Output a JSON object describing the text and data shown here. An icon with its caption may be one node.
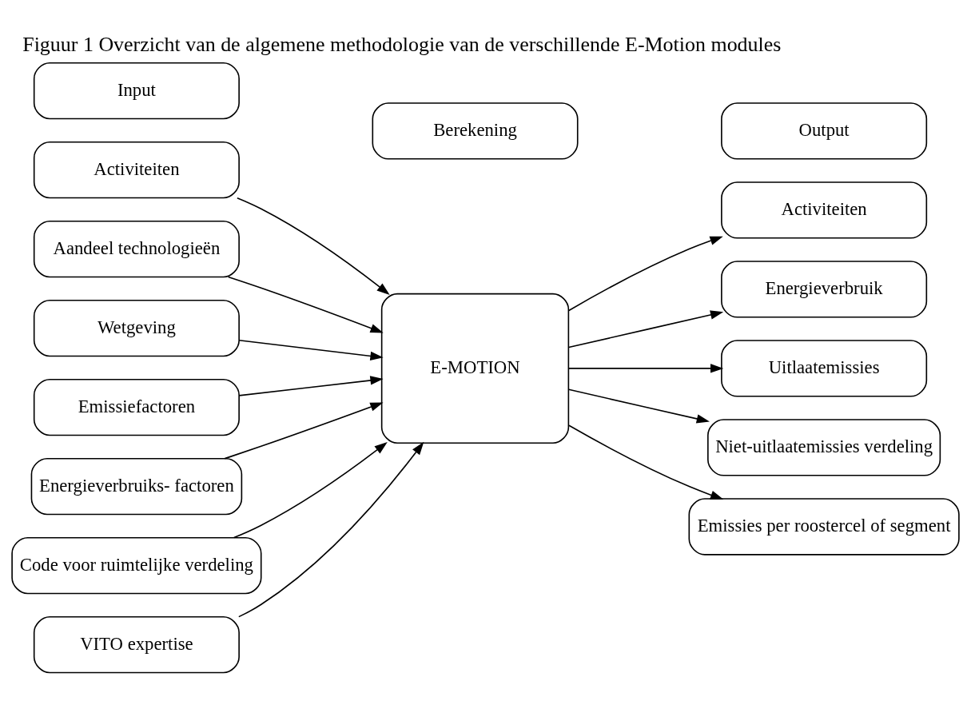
{
  "diagram": {
    "title": "Figuur 1 Overzicht van de algemene methodologie van de verschillende E-Motion modules",
    "nodes": [
      {
        "text": [
          "Input"
        ]
      },
      {
        "text": [
          "Berekening"
        ]
      },
      {
        "text": [
          "Output"
        ]
      },
      {
        "text": [
          "Activiteiten"
        ]
      },
      {
        "text": [
          "Aandeel technologieën"
        ]
      },
      {
        "text": [
          "Wetgeving"
        ]
      },
      {
        "text": [
          "Emissiefactoren"
        ]
      },
      {
        "text": [
          "Energieverbruiks- factoren"
        ]
      },
      {
        "text": [
          "Code voor ruimtelijke verdeling"
        ]
      },
      {
        "text": [
          "VITO expertise"
        ]
      },
      {
        "text": [
          "E-MOTION"
        ]
      },
      {
        "text": [
          "Activiteiten"
        ]
      },
      {
        "text": [
          "Energieverbruik"
        ]
      },
      {
        "text": [
          "Uitlaatemissies"
        ]
      },
      {
        "text": [
          "Niet-uitlaatemissies verdeling"
        ]
      },
      {
        "text": [
          "Emissies per roostercel of segment"
        ]
      }
    ],
    "edges": [
      {
        "from": 3,
        "to": 10,
        "arrow": "to"
      },
      {
        "from": 4,
        "to": 10,
        "arrow": "to"
      },
      {
        "from": 5,
        "to": 10,
        "arrow": "to"
      },
      {
        "from": 6,
        "to": 10,
        "arrow": "to"
      },
      {
        "from": 7,
        "to": 10,
        "arrow": "to"
      },
      {
        "from": 8,
        "to": 10,
        "arrow": "to"
      },
      {
        "from": 9,
        "to": 10,
        "arrow": "to"
      },
      {
        "from": 10,
        "to": 11,
        "arrow": "to"
      },
      {
        "from": 10,
        "to": 12,
        "arrow": "to"
      },
      {
        "from": 10,
        "to": 13,
        "arrow": "to"
      },
      {
        "from": 10,
        "to": 14,
        "arrow": "to"
      },
      {
        "from": 10,
        "to": 15,
        "arrow": "to"
      }
    ]
  }
}
